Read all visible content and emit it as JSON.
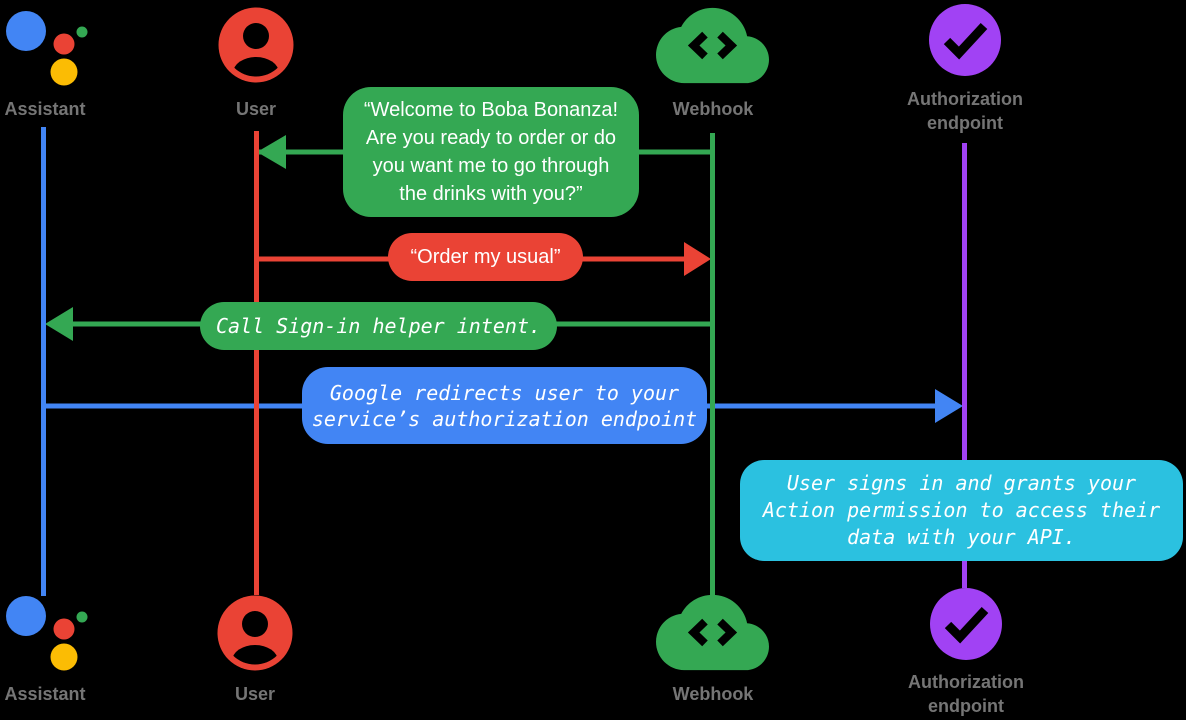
{
  "actors": {
    "assistant": {
      "label": "Assistant"
    },
    "user": {
      "label": "User"
    },
    "webhook": {
      "label": "Webhook"
    },
    "authorization": {
      "label": [
        "Authorization",
        "endpoint"
      ]
    }
  },
  "messages": {
    "welcome": {
      "lines": [
        "“Welcome to Boba Bonanza!",
        "Are you ready to order or do",
        "you want me to go through",
        "the drinks with you?”"
      ]
    },
    "order": {
      "text": "“Order my usual”"
    },
    "signin_helper": {
      "text": "Call Sign-in helper intent."
    },
    "redirect": {
      "lines": [
        "Google redirects user to your",
        "service’s authorization endpoint"
      ]
    },
    "grant": {
      "lines": [
        "User signs in and grants your",
        "Action permission to access their",
        "data with your API."
      ]
    }
  },
  "colors": {
    "assistant_blue": "#4285F4",
    "user_red": "#EA4335",
    "webhook_green": "#34A853",
    "assistant_yellow": "#FBBC04",
    "authorization_purple": "#A142F4",
    "grant_cyan": "#2BC1E0",
    "label_gray": "#757575"
  }
}
